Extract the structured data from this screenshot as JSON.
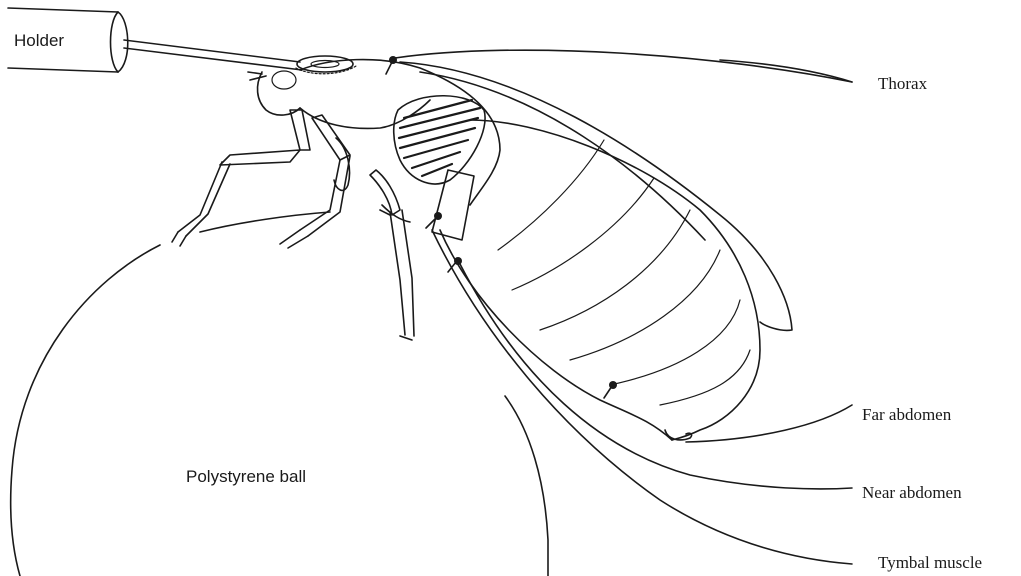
{
  "labels": {
    "holder": "Holder",
    "thorax": "Thorax",
    "far_abdomen": "Far abdomen",
    "near_abdomen": "Near abdomen",
    "tymbal_muscle": "Tymbal muscle",
    "ball": "Polystyrene ball"
  },
  "colors": {
    "ink": "#1a1a1a",
    "background": "#ffffff"
  }
}
